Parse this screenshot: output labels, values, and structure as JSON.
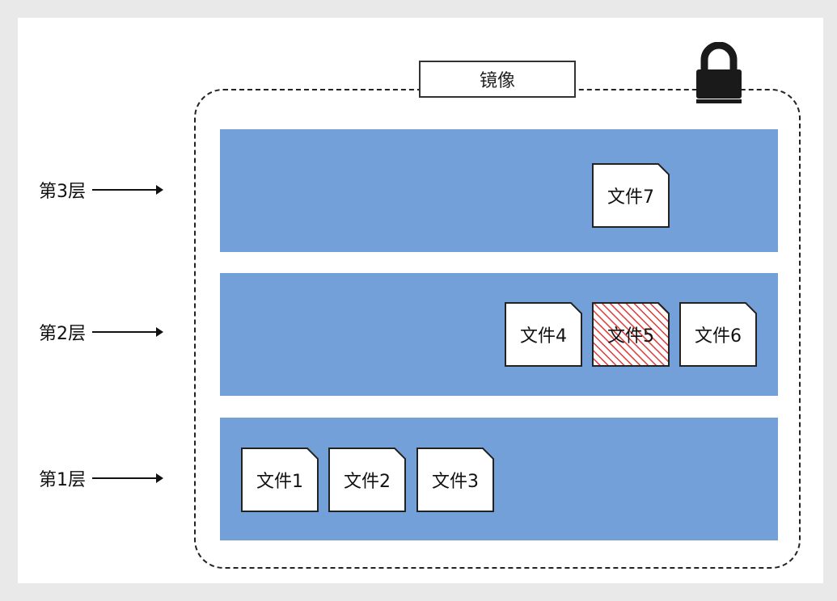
{
  "title": "镜像",
  "layers": [
    {
      "label": "第3层",
      "files": [
        "文件7"
      ]
    },
    {
      "label": "第2层",
      "files": [
        "文件4",
        "文件5",
        "文件6"
      ]
    },
    {
      "label": "第1层",
      "files": [
        "文件1",
        "文件2",
        "文件3"
      ]
    }
  ],
  "highlighted_file": "文件5",
  "colors": {
    "layer_fill": "#74a0d9",
    "hatch": "#e03a3a"
  },
  "icons": [
    "lock-icon"
  ]
}
